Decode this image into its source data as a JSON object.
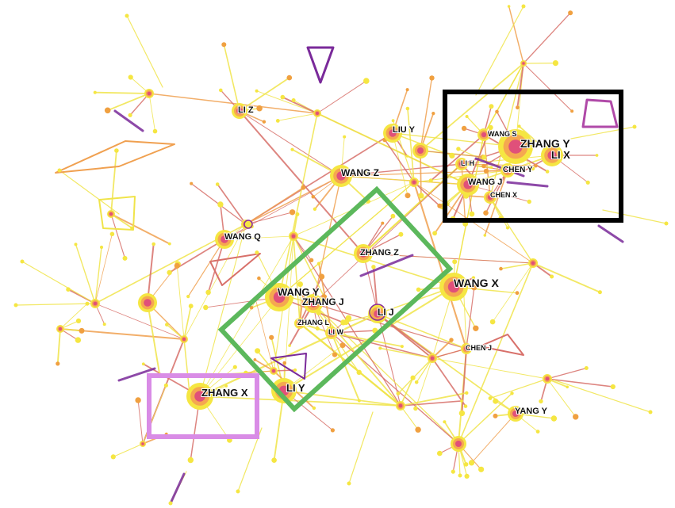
{
  "labels": {
    "zhang_y": "ZHANG Y",
    "li_x": "LI X",
    "wang_s": "WANG S",
    "li_h": "LI H",
    "chen_y": "CHEN Y",
    "wang_j": "WANG J",
    "chen_x": "CHEN X",
    "li_z": "LI Z",
    "liu_y": "LIU Y",
    "wang_z": "WANG Z",
    "wang_q": "WANG Q",
    "zhang_z": "ZHANG Z",
    "wang_x": "WANG X",
    "wang_y": "WANG Y",
    "zhang_j": "ZHANG J",
    "li_j": "LI J",
    "zhang_l": "ZHANG L",
    "li_w": "LI W",
    "chen_j": "CHEN J",
    "zhang_x": "ZHANG X",
    "li_y": "LI Y",
    "yang_y": "YANG Y"
  },
  "colors": {
    "highlight_black": "#000000",
    "highlight_green": "#5cb85c",
    "highlight_pink": "#d98ce6",
    "edge_yellow": "#f0e44a",
    "edge_orange": "#f0a050",
    "edge_red": "#d8706a",
    "edge_purple": "#7a2a9a",
    "node_core": "#e0507a",
    "node_halo": "#f5e642"
  }
}
